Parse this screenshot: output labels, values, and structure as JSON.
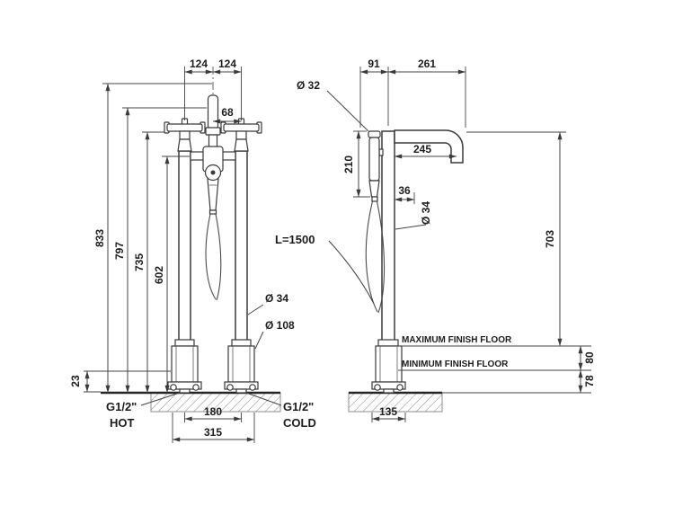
{
  "colors": {
    "ink": "#3a3a3a",
    "background": "#ffffff"
  },
  "front": {
    "dim_top_left": "124",
    "dim_top_right": "124",
    "dim_68": "68",
    "dim_833": "833",
    "dim_797": "797",
    "dim_735": "735",
    "dim_602": "602",
    "dim_23": "23",
    "dia_pipe": "Ø 34",
    "dia_base": "Ø 108",
    "dim_180": "180",
    "dim_315": "315",
    "hot_thread": "G1/2\"",
    "hot_label": "HOT",
    "cold_thread": "G1/2\"",
    "cold_label": "COLD"
  },
  "side": {
    "dim_91": "91",
    "dim_261": "261",
    "dia_handshower": "Ø 32",
    "dim_210": "210",
    "dim_245": "245",
    "dim_36": "36",
    "dia_pipe": "Ø 34",
    "dim_703": "703",
    "hose_length": "L=1500",
    "max_floor": "MAXIMUM FINISH FLOOR",
    "min_floor": "MINIMUM FINISH FLOOR",
    "dim_80": "80",
    "dim_78": "78",
    "dim_135": "135"
  }
}
